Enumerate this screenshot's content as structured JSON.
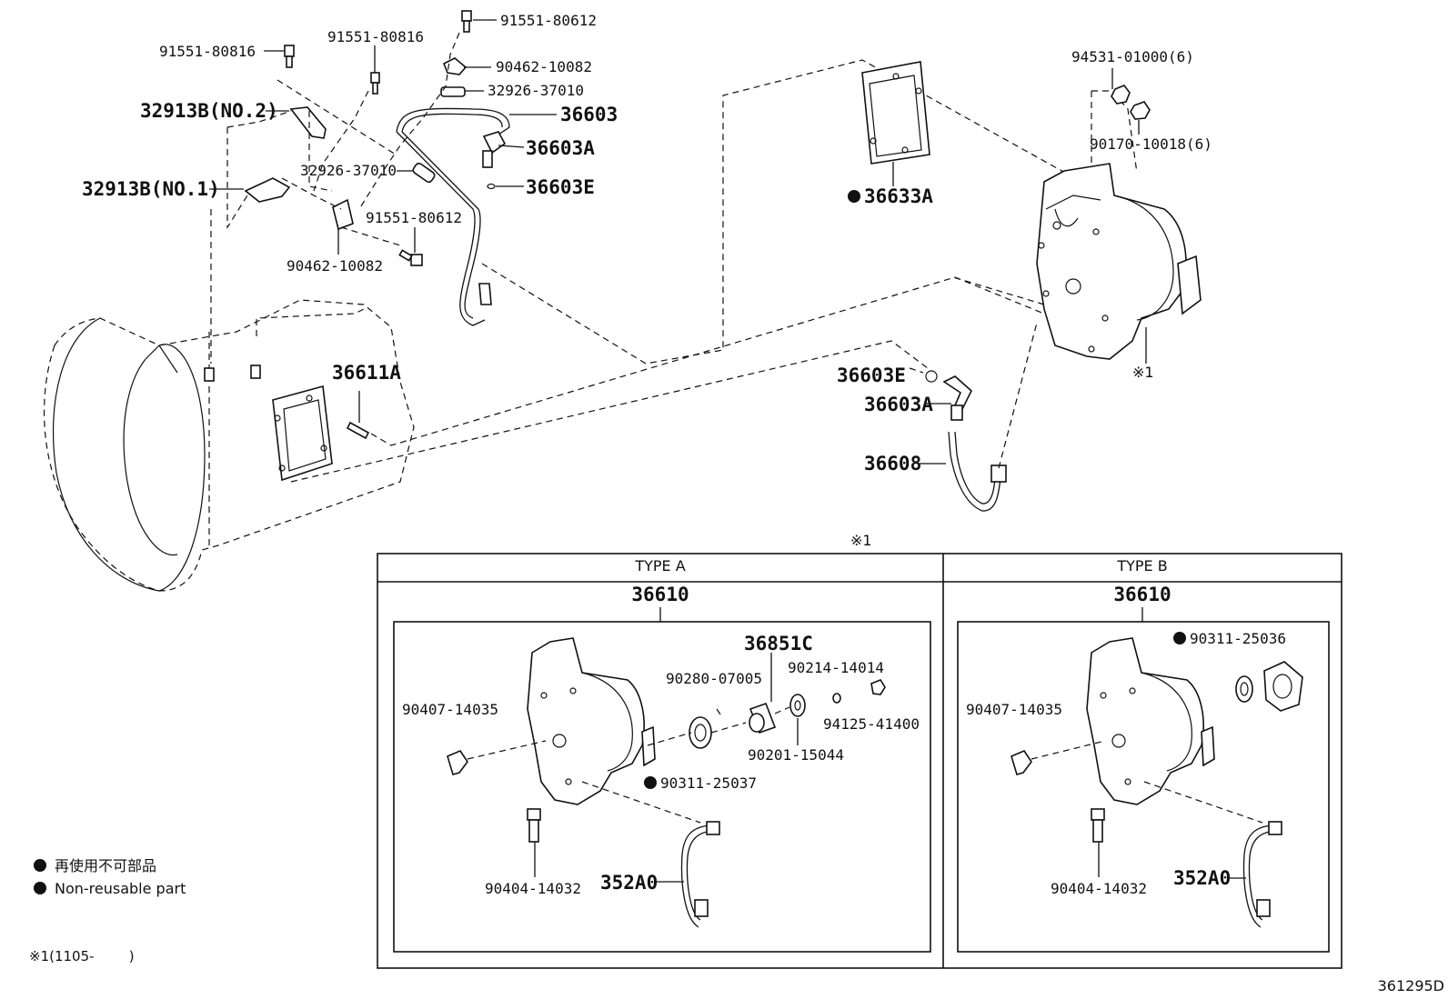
{
  "labels": {
    "bolt_a": "91551-80816",
    "bolt_b": "91551-80816",
    "bolt_c": "91551-80612",
    "bolt_d": "91551-80612",
    "clamp_a": "90462-10082",
    "clamp_b": "90462-10082",
    "sleeve_a": "32926-37010",
    "sleeve_b": "32926-37010",
    "bracket_no2": "32913B(NO.2)",
    "bracket_no1": "32913B(NO.1)",
    "pipe": "36603",
    "union_a": "36603A",
    "gasket_e": "36603E",
    "gasket_plate": "36633A",
    "stud": "36611A",
    "nut_washer": "94531-01000(6)",
    "nut": "90170-10018(6)",
    "note_ref": "※1",
    "union_a2": "36603A",
    "gasket_e2": "36603E",
    "hose": "36608"
  },
  "detail": {
    "ref_mark": "※1",
    "type_a": {
      "title": "TYPE A",
      "assembly": "36610",
      "oil_seal": "36851C",
      "pin": "90280-07005",
      "washer_small": "90214-14014",
      "nut_small": "94125-41400",
      "washer": "90201-15044",
      "seal": "90311-25037",
      "union": "90407-14035",
      "plug": "90404-14032",
      "sensor": "352A0"
    },
    "type_b": {
      "title": "TYPE B",
      "assembly": "36610",
      "seal": "90311-25036",
      "union": "90407-14035",
      "plug": "90404-14032",
      "sensor": "352A0"
    }
  },
  "legend": {
    "jp": "再使用不可部品",
    "en": "Non-reusable part",
    "footnote": "※1(1105-        )"
  },
  "diagram_id": "361295D"
}
